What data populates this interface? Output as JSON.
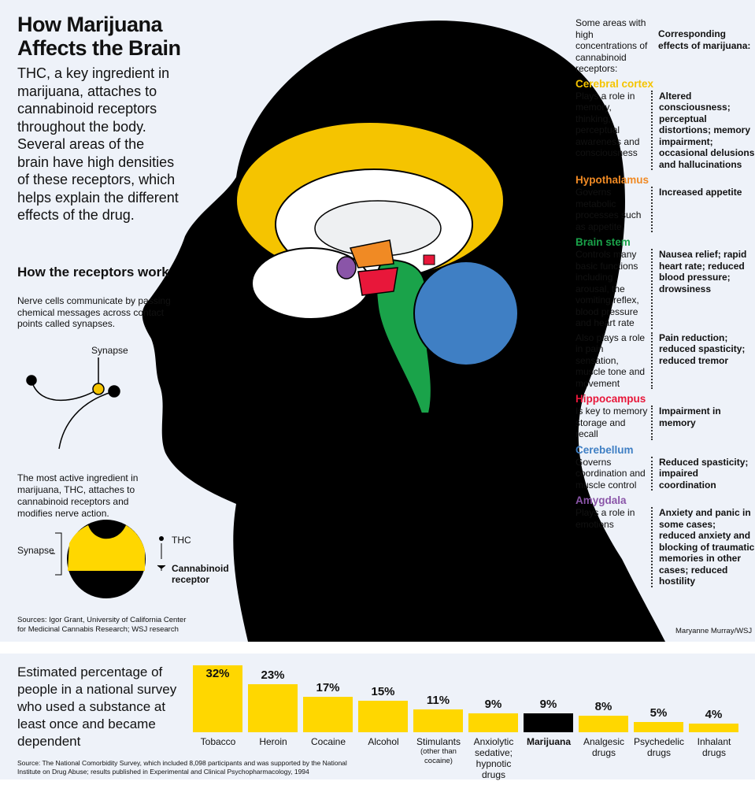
{
  "title": "How Marijuana Affects the Brain",
  "intro": "THC, a key ingredient in marijuana, attaches to cannabinoid receptors throughout the body. Several areas of the brain have high densities of these receptors, which helps explain the different effects of the drug.",
  "receptors": {
    "title": "How the receptors work",
    "text": "Nerve cells communicate by passing chemical messages across contact points called synapses.",
    "synapse_label": "Synapse",
    "thc_text": "The most active ingredient in marijuana, THC, attaches to cannabinoid receptors and modifies nerve action.",
    "synapse_label_2": "Synapse",
    "thc_legend": "THC",
    "receptor_legend": "Cannabinoid receptor"
  },
  "sources": "Sources: Igor Grant, University of California Center for Medicinal Cannabis Research; WSJ research",
  "credit": "Maryanne Murray/WSJ",
  "legend": {
    "left_header": "Some areas with high concentrations of cannabinoid receptors:",
    "right_header": "Corresponding effects of marijuana:",
    "regions": [
      {
        "name": "Cerebral cortex",
        "color": "#f5c400",
        "rows": [
          {
            "desc": "Plays a role in memory, thinking, perceptual awareness and consciousness",
            "effect": "Altered consciousness; perceptual distortions; memory impairment; occasional delusions and hallucinations"
          }
        ]
      },
      {
        "name": "Hypothalamus",
        "color": "#f08a24",
        "rows": [
          {
            "desc": "Governs metabolic processes such as appetite",
            "effect": "Increased appetite"
          }
        ]
      },
      {
        "name": "Brain stem",
        "color": "#1aa34a",
        "rows": [
          {
            "desc": "Controls many basic functions including arousal, the vomiting reflex, blood pressure and heart rate",
            "effect": "Nausea relief; rapid heart rate; reduced blood pressure; drowsiness"
          },
          {
            "desc": "Also plays a role in pain sensation, muscle tone and movement",
            "effect": "Pain reduction; reduced spasticity; reduced tremor"
          }
        ]
      },
      {
        "name": "Hippocampus",
        "color": "#e8173a",
        "rows": [
          {
            "desc": "Is key to memory storage and recall",
            "effect": "Impairment in memory"
          }
        ]
      },
      {
        "name": "Cerebellum",
        "color": "#3f7fc4",
        "rows": [
          {
            "desc": "Governs coordination and muscle control",
            "effect": "Reduced spasticity; impaired coordination"
          }
        ]
      },
      {
        "name": "Amygdala",
        "color": "#8a55a8",
        "rows": [
          {
            "desc": "Plays a role in emotions",
            "effect": "Anxiety and panic in some cases; reduced anxiety and blocking of traumatic memories in other cases; reduced hostility"
          }
        ]
      }
    ]
  },
  "chart_title": "Estimated percentage of people in a national survey who used a substance at least once and became dependent",
  "chart_source": "Source: The National Comorbidity Survey, which included 8,098 participants and was supported by the National Institute on Drug Abuse; results published in Experimental and Clinical Psychopharmacology, 1994",
  "chart_data": {
    "type": "bar",
    "categories": [
      "Tobacco",
      "Heroin",
      "Cocaine",
      "Alcohol",
      "Stimulants",
      "Anxiolytic sedative; hypnotic drugs",
      "Marijuana",
      "Analgesic drugs",
      "Psychedelic drugs",
      "Inhalant drugs"
    ],
    "subnotes": [
      "",
      "",
      "",
      "",
      "(other than cocaine)",
      "",
      "",
      "",
      "",
      ""
    ],
    "values": [
      32,
      23,
      17,
      15,
      11,
      9,
      9,
      8,
      5,
      4
    ],
    "value_labels": [
      "32%",
      "23%",
      "17%",
      "15%",
      "11%",
      "9%",
      "9%",
      "8%",
      "5%",
      "4%"
    ],
    "highlight": "Marijuana",
    "colors": {
      "default": "#ffd700",
      "highlight": "#000000"
    },
    "ylim": [
      0,
      32
    ]
  }
}
